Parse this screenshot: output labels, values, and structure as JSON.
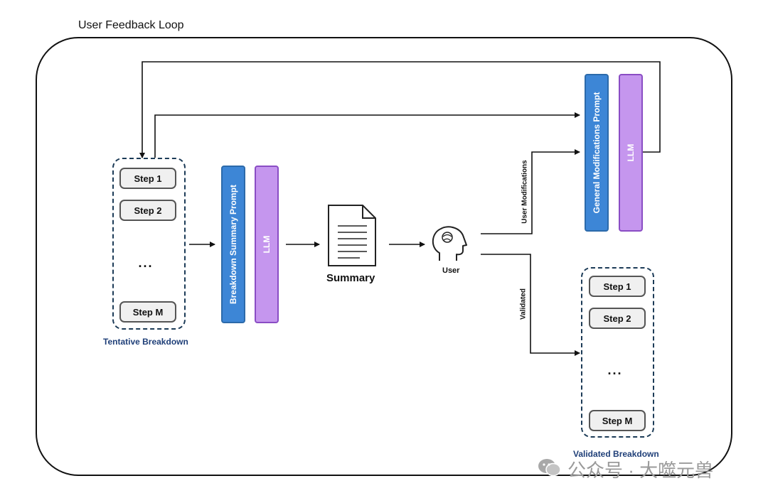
{
  "title": "User Feedback Loop",
  "tentative": {
    "caption": "Tentative Breakdown",
    "steps": [
      "Step 1",
      "Step 2",
      "...",
      "Step M"
    ]
  },
  "prompt1": "Breakdown Summary Prompt",
  "llm1": "LLM",
  "summary": "Summary",
  "user": "User",
  "edges": {
    "modifications": "User Modifications",
    "validated": "Validated"
  },
  "prompt2": "General Modifications Prompt",
  "llm2": "LLM",
  "validated": {
    "caption": "Validated Breakdown",
    "steps": [
      "Step 1",
      "Step 2",
      "...",
      "Step M"
    ]
  },
  "watermark": "公众号 · 大噬元兽",
  "colors": {
    "prompt_bar": "#3d86d6",
    "llm_bar": "#c596ee",
    "group_border": "#1c3b57",
    "caption": "#1f3f78"
  }
}
